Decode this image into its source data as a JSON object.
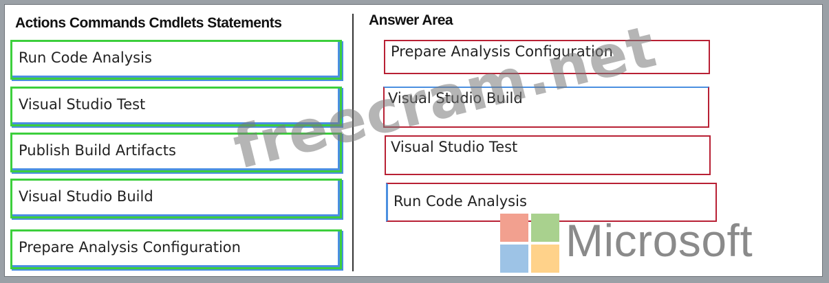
{
  "left_panel": {
    "heading": "Actions Commands Cmdlets Statements",
    "items": [
      "Run Code Analysis",
      "Visual Studio Test",
      "Publish Build Artifacts",
      "Visual Studio Build",
      "Prepare Analysis Configuration"
    ]
  },
  "right_panel": {
    "heading": "Answer Area",
    "items": [
      "Prepare Analysis Configuration",
      "Visual Studio Build",
      "Visual Studio Test",
      "Run Code Analysis"
    ]
  },
  "watermark": "freecram.net",
  "logo": {
    "text": "Microsoft",
    "colors": [
      "#f2a08f",
      "#a9d18e",
      "#9dc3e6",
      "#ffd28a"
    ]
  },
  "colors": {
    "source_border": "#3ccf3c",
    "source_accent": "#4a8fe0",
    "answer_border": "#b82034"
  }
}
